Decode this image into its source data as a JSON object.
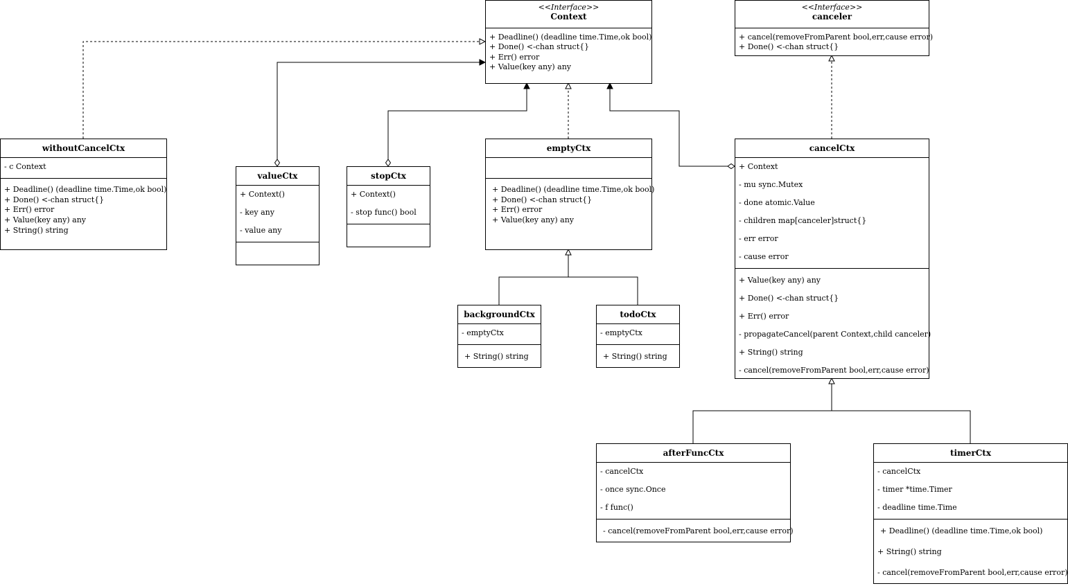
{
  "classes": {
    "context": {
      "stereotype": "<<Interface>>",
      "name": "Context",
      "methods": [
        "+ Deadline() (deadline time.Time,ok bool)",
        "+ Done() <-chan struct{}",
        "+ Err() error",
        "+ Value(key any) any"
      ]
    },
    "canceler": {
      "stereotype": "<<Interface>>",
      "name": "canceler",
      "methods": [
        "+ cancel(removeFromParent bool,err,cause error)",
        "+ Done() <-chan struct{}"
      ]
    },
    "withoutCancelCtx": {
      "name": "withoutCancelCtx",
      "fields": [
        "- c Context"
      ],
      "methods": [
        "+ Deadline() (deadline time.Time,ok bool)",
        "+ Done() <-chan struct{}",
        "+ Err() error",
        "+ Value(key any) any",
        "+ String() string"
      ]
    },
    "valueCtx": {
      "name": "valueCtx",
      "fields": [
        "+ Context()",
        "- key any",
        "- value any"
      ],
      "methods": []
    },
    "stopCtx": {
      "name": "stopCtx",
      "fields": [
        "+ Context()",
        "- stop func() bool"
      ],
      "methods": []
    },
    "emptyCtx": {
      "name": "emptyCtx",
      "fields": [],
      "methods": [
        "+ Deadline() (deadline time.Time,ok bool)",
        "+ Done() <-chan struct{}",
        "+ Err() error",
        "+ Value(key any) any"
      ]
    },
    "backgroundCtx": {
      "name": "backgroundCtx",
      "fields": [
        "- emptyCtx"
      ],
      "methods": [
        "+ String() string"
      ]
    },
    "todoCtx": {
      "name": "todoCtx",
      "fields": [
        "- emptyCtx"
      ],
      "methods": [
        "+ String() string"
      ]
    },
    "cancelCtx": {
      "name": "cancelCtx",
      "fields": [
        "+ Context",
        "- mu sync.Mutex",
        "- done atomic.Value",
        "- children map[canceler]struct{}",
        "- err error",
        "- cause error"
      ],
      "methods": [
        "+ Value(key any) any",
        "+ Done() <-chan struct{}",
        "+ Err() error",
        "- propagateCancel(parent Context,child canceler)",
        "+ String() string",
        "- cancel(removeFromParent bool,err,cause error)"
      ]
    },
    "afterFuncCtx": {
      "name": "afterFuncCtx",
      "fields": [
        "- cancelCtx",
        "- once sync.Once",
        "- f func()"
      ],
      "methods": [
        "- cancel(removeFromParent bool,err,cause error)"
      ]
    },
    "timerCtx": {
      "name": "timerCtx",
      "fields": [
        "- cancelCtx",
        "- timer *time.Timer",
        "- deadline time.Time"
      ],
      "methods": [
        "+ Deadline() (deadline time.Time,ok bool)",
        "+ String() string",
        "- cancel(removeFromParent bool,err,cause error)"
      ]
    }
  }
}
